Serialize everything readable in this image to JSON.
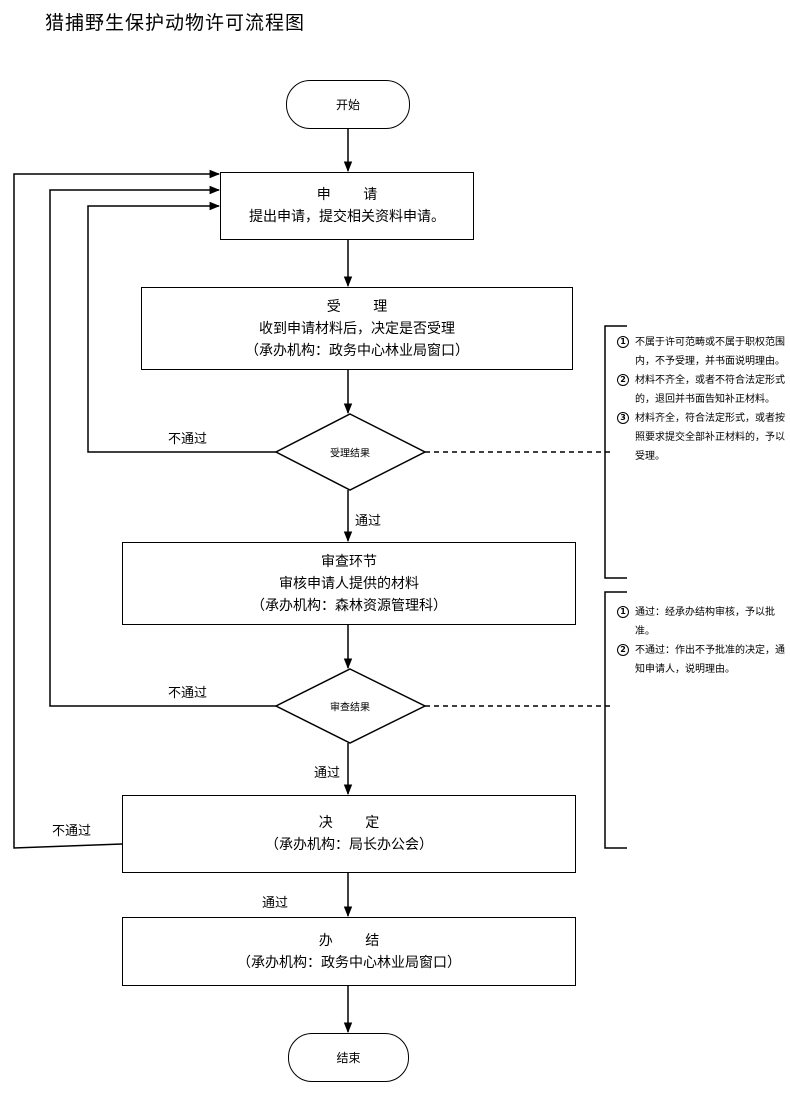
{
  "title": "猎捕野生保护动物许可流程图",
  "start": "开始",
  "end": "结束",
  "steps": {
    "apply": {
      "title": "申 请",
      "lines": [
        "提出申请，提交相关资料申请。"
      ]
    },
    "accept": {
      "title": "受  理",
      "lines": [
        "收到申请材料后，决定是否受理",
        "（承办机构：政务中心林业局窗口）"
      ]
    },
    "review": {
      "title": "审查环节",
      "lines": [
        "审核申请人提供的材料",
        "（承办机构：森林资源管理科）"
      ]
    },
    "decide": {
      "title": "决  定",
      "lines": [
        "（承办机构：局长办公会）"
      ]
    },
    "finish": {
      "title": "办  结",
      "lines": [
        "（承办机构：政务中心林业局窗口）"
      ]
    }
  },
  "decisions": {
    "accept_result": "受理结果",
    "review_result": "审查结果"
  },
  "edge_labels": {
    "fail_1": "不通过",
    "pass_1": "通过",
    "fail_2": "不通过",
    "pass_2": "通过",
    "fail_3": "不通过",
    "pass_3": "通过"
  },
  "notes_accept": [
    {
      "num": "1",
      "text": "不属于许可范畴或不属于职权范围内，不予受理，并书面说明理由。"
    },
    {
      "num": "2",
      "text": "材料不齐全，或者不符合法定形式的，退回并书面告知补正材料。"
    },
    {
      "num": "3",
      "text": "材料齐全，符合法定形式，或者按照要求提交全部补正材料的，予以受理。"
    }
  ],
  "notes_review": [
    {
      "num": "1",
      "text": "通过：经承办结构审核，予以批准。"
    },
    {
      "num": "2",
      "text": "不通过：作出不予批准的决定，通知申请人，说明理由。"
    }
  ]
}
